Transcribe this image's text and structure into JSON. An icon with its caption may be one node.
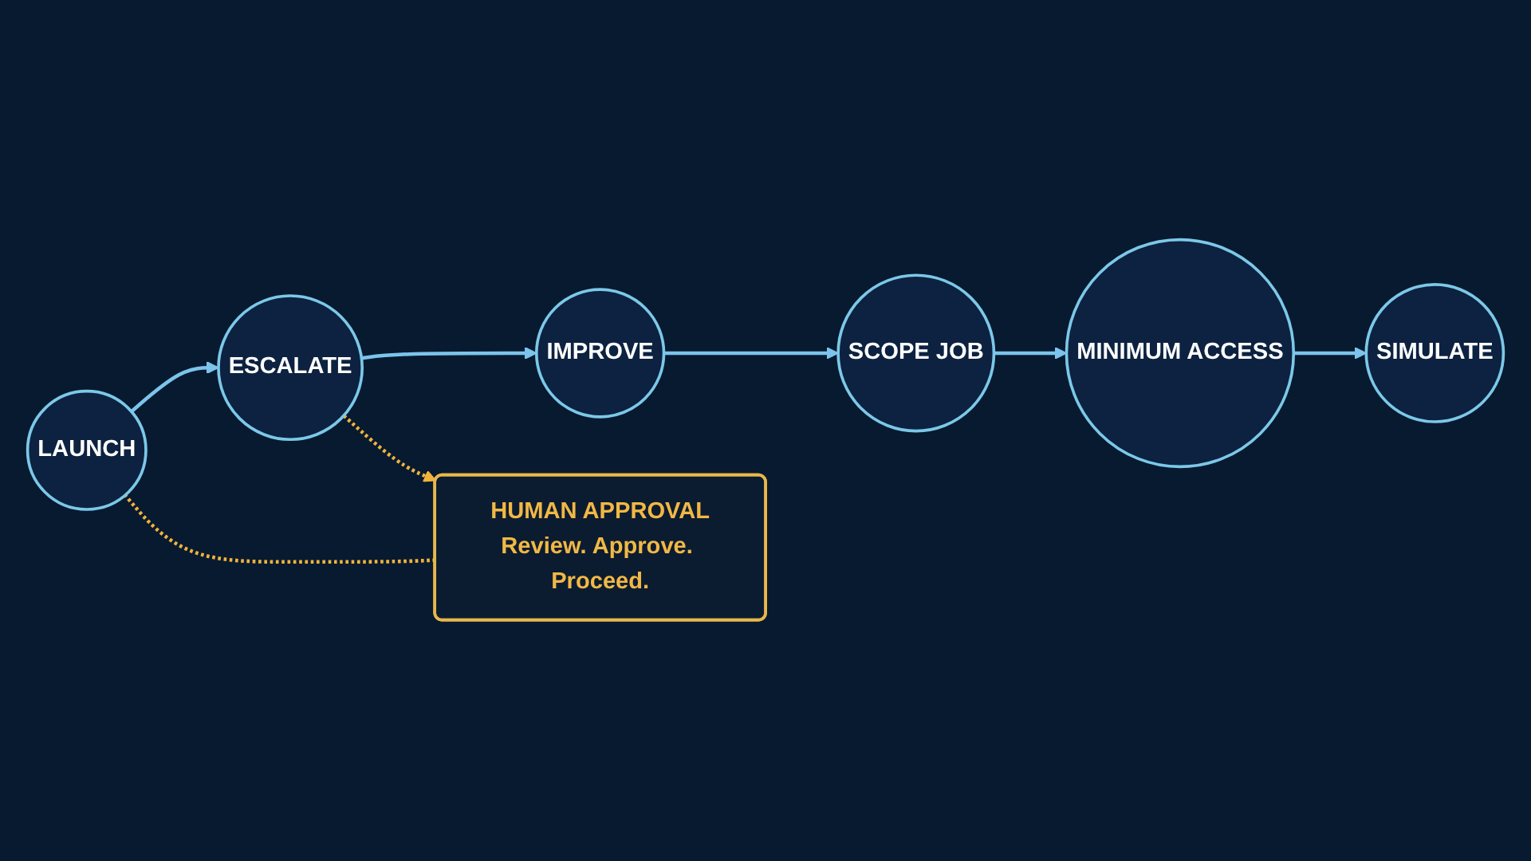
{
  "diagram": {
    "nodes": [
      {
        "text": [
          "SCOPE JOB"
        ]
      },
      {
        "text": [
          "MINIMUM ACCESS"
        ]
      },
      {
        "text": [
          "SIMULATE"
        ]
      },
      {
        "text": [
          "LAUNCH"
        ]
      },
      {
        "text": [
          "ESCALATE"
        ]
      },
      {
        "text": [
          "IMPROVE"
        ]
      },
      {
        "text": [
          "HUMAN APPROVAL",
          "Review. Approve. Proceed."
        ]
      }
    ],
    "edges": [
      {
        "from": 0,
        "to": 1,
        "arrow": "to"
      },
      {
        "from": 1,
        "to": 2,
        "arrow": "to"
      },
      {
        "from": 3,
        "to": 4,
        "arrow": "to"
      },
      {
        "from": 4,
        "to": 6,
        "arrow": "to",
        "style": "dashed",
        "color": "#f0b43c"
      },
      {
        "from": 6,
        "to": 3,
        "arrow": "none",
        "style": "dashed",
        "color": "#f0b43c"
      },
      {
        "from": 4,
        "to": 5,
        "arrow": "to"
      },
      {
        "from": 5,
        "to": 0,
        "arrow": "to"
      }
    ]
  }
}
